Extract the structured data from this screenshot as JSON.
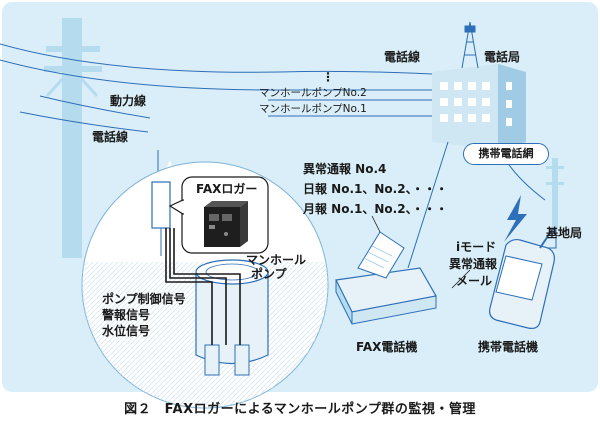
{
  "colors": {
    "background": "#d9eef8",
    "bubble": "#ffffff",
    "line_blue": "#2d6fb8",
    "building_light": "#cfe6f3",
    "building_dark": "#9fcbe4",
    "pole": "#b5dbef",
    "fax_device": "#1e1e1e",
    "lightning": "#2d6fb8"
  },
  "icons": [
    "utility-pole-icon",
    "telephone-exchange-building-icon",
    "radio-tower-icon",
    "base-station-antenna-icon",
    "fax-logger-device-icon",
    "manhole-pump-icon",
    "fax-machine-icon",
    "mobile-phone-icon",
    "lightning-bolt-icon"
  ],
  "labels": {
    "telephone_line_top": "電話線",
    "telephone_exchange": "電話局",
    "pump_dots": "⋮",
    "pump_no2": "マンホールポンプNo.2",
    "pump_no1": "マンホールポンプNo.1",
    "power_line": "動力線",
    "telephone_line_pole": "電話線",
    "mobile_network": "携帯電話網",
    "fax_logger": "FAXロガー",
    "alarm_report": "異常通報 No.4",
    "daily_report": "日報 No.1、No.2、・・・",
    "monthly_report": "月報 No.1、No.2、・・・",
    "base_station": "基地局",
    "manhole_pump_line1": "マンホール",
    "manhole_pump_line2": "ポンプ",
    "imode_line1": "iモード",
    "imode_line2": "異常通報",
    "imode_line3": "メール",
    "signal_pump_control": "ポンプ制御信号",
    "signal_alarm": "警報信号",
    "signal_water_level": "水位信号",
    "fax_machine": "FAX電話機",
    "mobile_phone": "携帯電話機"
  },
  "caption": "図２　FAXロガーによるマンホールポンプ群の監視・管理"
}
